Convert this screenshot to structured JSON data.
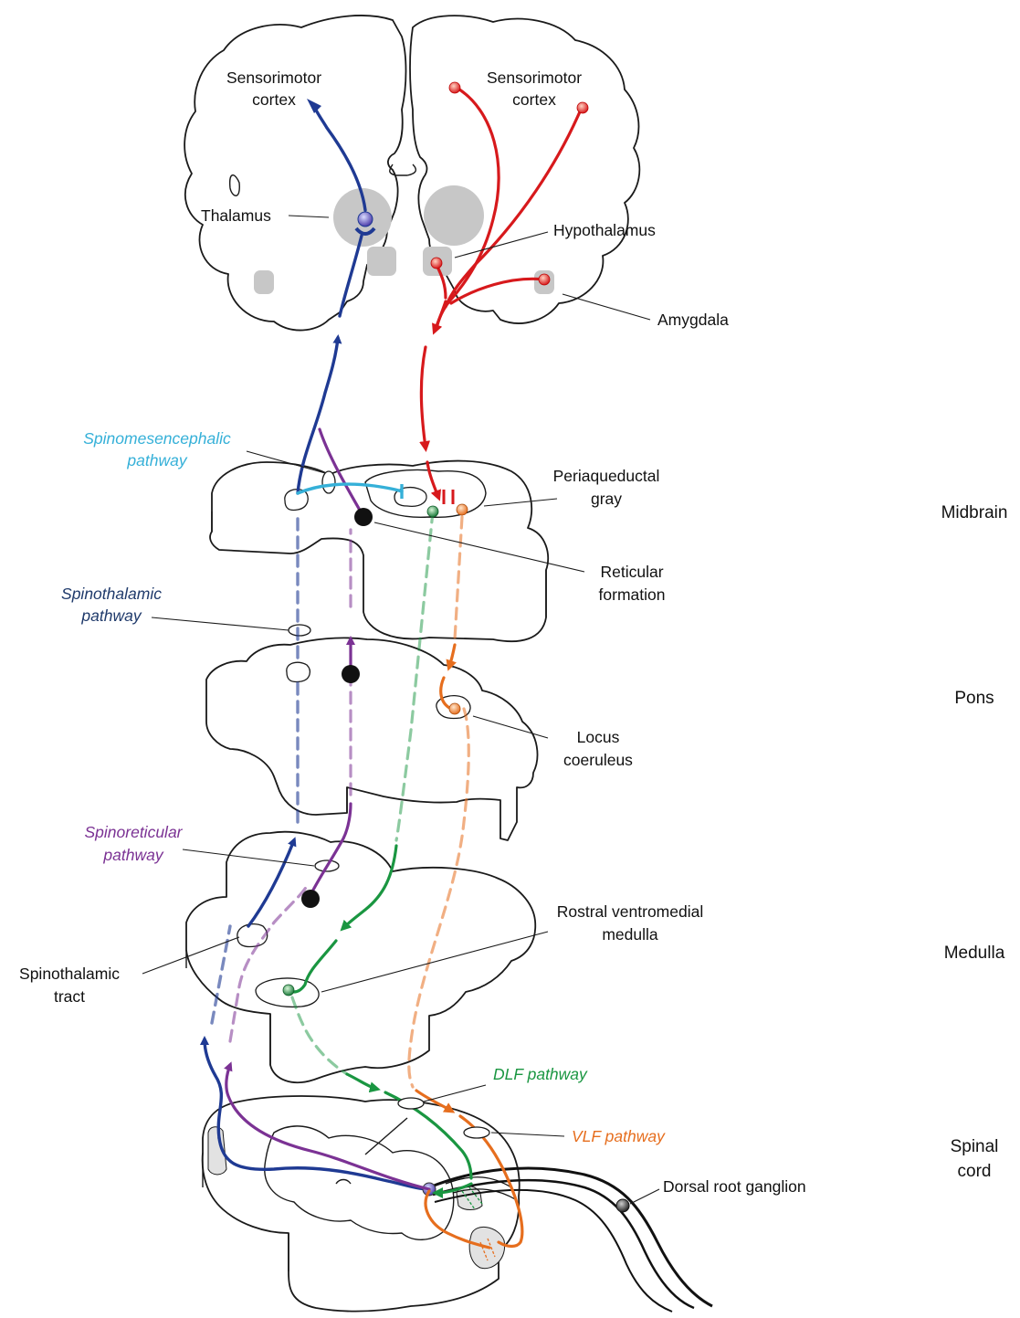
{
  "labels": {
    "sensorimotor_left": [
      "Sensorimotor",
      "cortex"
    ],
    "sensorimotor_right": [
      "Sensorimotor",
      "cortex"
    ],
    "thalamus": "Thalamus",
    "hypothalamus": "Hypothalamus",
    "amygdala": "Amygdala",
    "spinomesencephalic": [
      "Spinomesencephalic",
      "pathway"
    ],
    "periaqueductal": [
      "Periaqueductal",
      "gray"
    ],
    "reticular": [
      "Reticular",
      "formation"
    ],
    "spinothalamic_pathway": [
      "Spinothalamic",
      "pathway"
    ],
    "locus": [
      "Locus",
      "coeruleus"
    ],
    "spinoreticular": [
      "Spinoreticular",
      "pathway"
    ],
    "rvm": [
      "Rostral ventromedial",
      "medulla"
    ],
    "spinothalamic_tract": [
      "Spinothalamic",
      "tract"
    ],
    "dlf": "DLF pathway",
    "vlf": "VLF pathway",
    "drg": "Dorsal root ganglion"
  },
  "levels": {
    "midbrain": "Midbrain",
    "pons": "Pons",
    "medulla": "Medulla",
    "spinal": [
      "Spinal",
      "cord"
    ]
  },
  "colors": {
    "spinothalamic": "#1f3a93",
    "spinoreticular": "#7b3294",
    "spinomesencephalic": "#35b0d8",
    "descending_cortex": "#d7191c",
    "dlf": "#1a9641",
    "vlf": "#e66e1e",
    "nucleus_gray": "#c7c7c7"
  }
}
